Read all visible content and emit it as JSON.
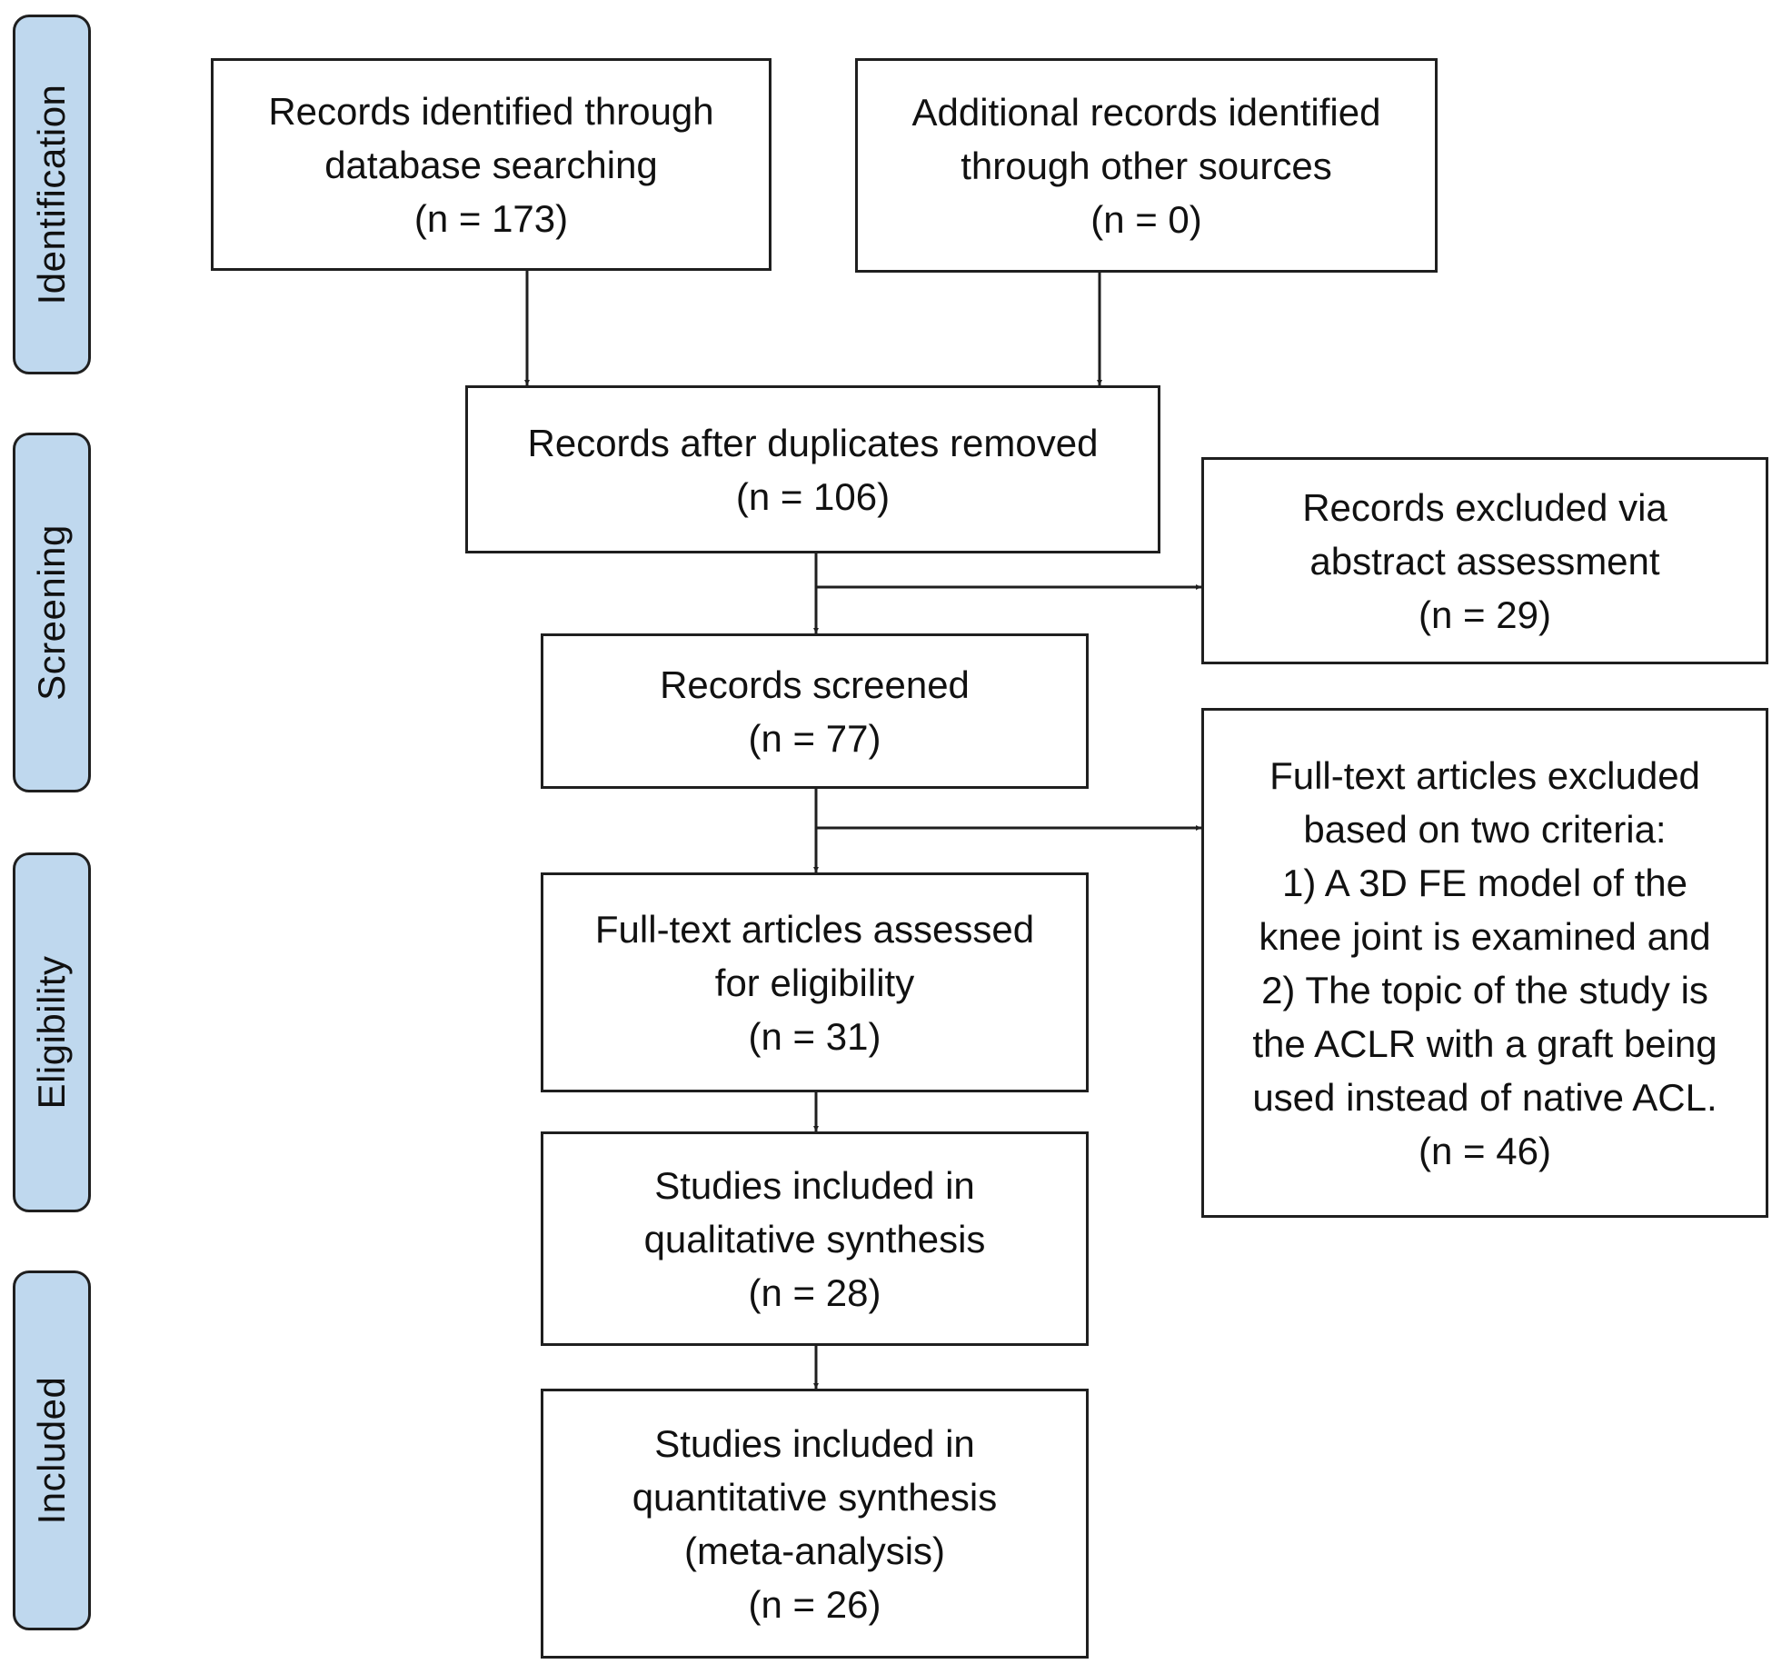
{
  "phases": {
    "identification": "Identification",
    "screening": "Screening",
    "eligibility": "Eligibility",
    "included": "Included"
  },
  "boxes": {
    "database": {
      "lines": [
        "Records identified through",
        "database searching",
        "(n = 173)"
      ]
    },
    "other_sources": {
      "lines": [
        "Additional records identified",
        "through other sources",
        "(n = 0)"
      ]
    },
    "after_duplicates": {
      "lines": [
        "Records after duplicates removed",
        "(n = 106)"
      ]
    },
    "excluded_abstract": {
      "lines": [
        "Records excluded via",
        "abstract assessment",
        "(n = 29)"
      ]
    },
    "screened": {
      "lines": [
        "Records screened",
        "(n = 77)"
      ]
    },
    "excluded_fulltext": {
      "lines": [
        "Full-text articles excluded",
        "based on two criteria:",
        "1) A 3D FE model of the",
        "knee joint is examined and",
        "2) The topic of the study is",
        "the ACLR with a graft being",
        "used instead of native ACL.",
        "(n = 46)"
      ]
    },
    "assessed": {
      "lines": [
        "Full-text articles assessed",
        "for eligibility",
        "(n = 31)"
      ]
    },
    "qualitative": {
      "lines": [
        "Studies included in",
        "qualitative synthesis",
        "(n = 28)"
      ]
    },
    "quantitative": {
      "lines": [
        "Studies included in",
        "quantitative synthesis",
        "(meta-analysis)",
        "(n = 26)"
      ]
    }
  },
  "connections": [
    {
      "from": "database",
      "to": "after_duplicates"
    },
    {
      "from": "other_sources",
      "to": "after_duplicates"
    },
    {
      "from": "after_duplicates",
      "to": "screened"
    },
    {
      "from": "after_duplicates",
      "to": "excluded_abstract"
    },
    {
      "from": "screened",
      "to": "assessed"
    },
    {
      "from": "screened",
      "to": "excluded_fulltext"
    },
    {
      "from": "assessed",
      "to": "qualitative"
    },
    {
      "from": "qualitative",
      "to": "quantitative"
    }
  ],
  "colors": {
    "phase_fill": "#bfd8ee",
    "stroke": "#1f1f1f",
    "text": "#111111"
  }
}
